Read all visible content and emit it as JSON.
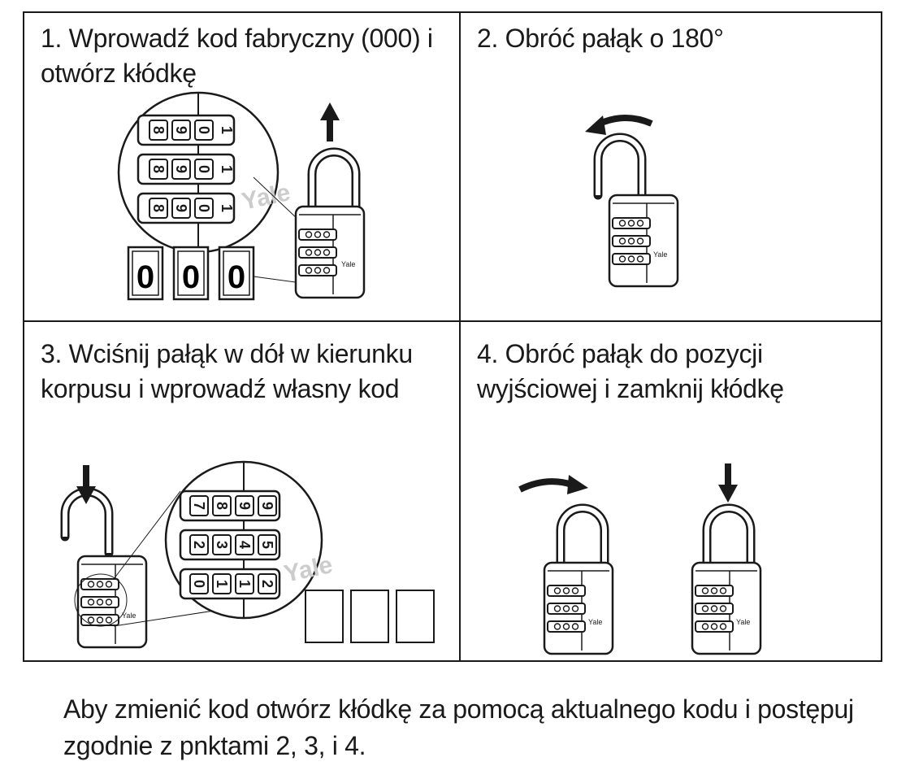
{
  "steps": [
    {
      "text": "1. Wprowadź kod fabryczny (000) i otwórz kłódkę"
    },
    {
      "text": "2. Obróć pałąk o 180°"
    },
    {
      "text": "3. Wciśnij pałąk w dół w kierunku korpusu i wprowadź własny kod"
    },
    {
      "text": "4. Obróć pałąk do pozycji wyjściowej i zamknij kłódkę"
    }
  ],
  "factory_code": [
    "0",
    "0",
    "0"
  ],
  "brand_mark": "Yale",
  "footer": "Aby zmienić kod otwórz kłódkę za pomocą aktualnego kodu i postępuj zgodnie z pnktami 2, 3, i 4.",
  "wheel_digits": {
    "step1": [
      [
        "8",
        "9",
        "0",
        "1"
      ],
      [
        "8",
        "9",
        "0",
        "1"
      ],
      [
        "8",
        "9",
        "0",
        "1"
      ]
    ],
    "step3": [
      [
        "7",
        "8",
        "9",
        "9"
      ],
      [
        "2",
        "3",
        "4",
        "5"
      ],
      [
        "0",
        "1",
        "1",
        "2"
      ]
    ]
  },
  "icons": [
    "arrow-up-icon",
    "arrow-down-icon",
    "rotate-left-icon",
    "rotate-right-icon",
    "padlock-icon",
    "magnifier-circle-icon"
  ],
  "colors": {
    "ink": "#1a1a1a",
    "paper": "#ffffff",
    "yale_watermark": "#cccccc"
  }
}
